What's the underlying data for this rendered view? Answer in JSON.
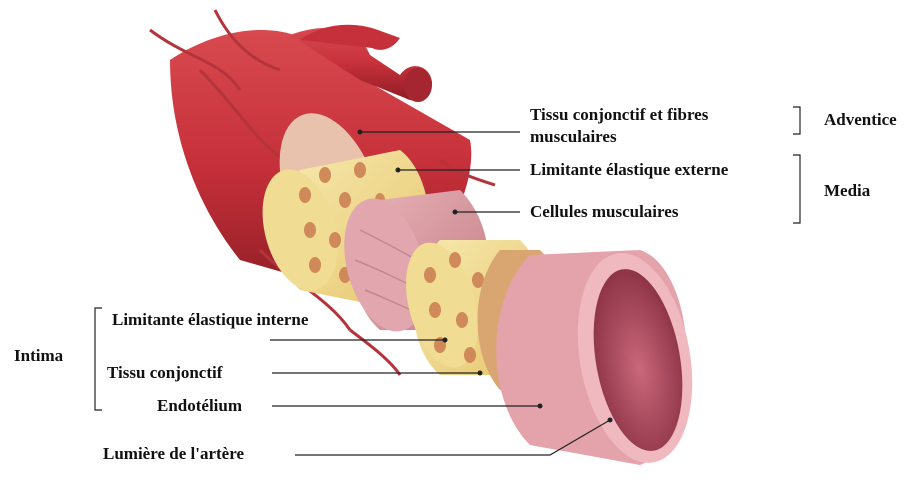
{
  "labels": {
    "tissu_conjonctif_fibres": "Tissu conjonctif et fibres musculaires",
    "limitante_externe": "Limitante élastique externe",
    "cellules_musculaires": "Cellules musculaires",
    "limitante_interne": "Limitante élastique interne",
    "tissu_conjonctif": "Tissu conjonctif",
    "endothelium": "Endotélium",
    "lumiere": "Lumière de l'artère"
  },
  "groups": {
    "adventice": "Adventice",
    "media": "Media",
    "intima": "Intima"
  },
  "colors": {
    "artery_red": "#c6303a",
    "adventitia": "#e8b9a6",
    "elastic_yellow": "#f2dd8c",
    "muscle_pink": "#d9909a",
    "intima_pink": "#e6a0a8",
    "lumen": "#b85063"
  }
}
